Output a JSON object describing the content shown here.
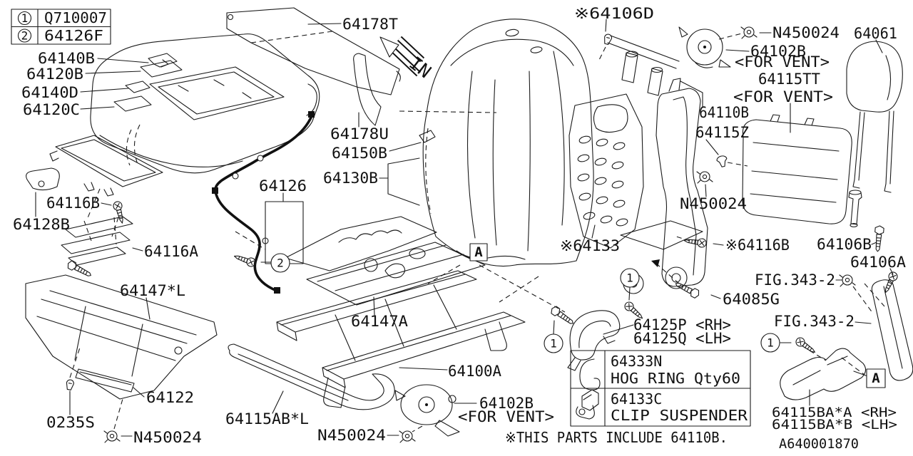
{
  "colors": {
    "background": "#ffffff",
    "line": "#1a1a1a"
  },
  "ref_table": {
    "rows": [
      {
        "num": "1",
        "code": "Q710007"
      },
      {
        "num": "2",
        "code": "64126F"
      }
    ]
  },
  "parts_table": {
    "rows": [
      {
        "code": "64333N",
        "desc": "HOG RING Qty60",
        "icon": "hog-ring-icon"
      },
      {
        "code": "64133C",
        "desc": "CLIP SUSPENDER",
        "icon": "clip-suspender-icon"
      }
    ]
  },
  "symbols": {
    "circled_one": "1",
    "circled_two": "2",
    "boxed_a": "A"
  },
  "direction_label": "IN",
  "footer": {
    "note": "※THIS PARTS INCLUDE 64110B.",
    "drawing_number": "A640001870"
  },
  "callouts": {
    "c64140B": "64140B",
    "c64120B": "64120B",
    "c64140D": "64140D",
    "c64120C": "64120C",
    "c64178T": "64178T",
    "c64178U": "64178U",
    "c64150B": "64150B",
    "c64130B": "64130B",
    "c64126": "64126",
    "c64106D": "※64106D",
    "cN450024_top": "N450024",
    "c64102B_top": "64102B",
    "cForVent_top": "<FOR VENT>",
    "c64061": "64061",
    "c64115TT": "64115TT",
    "cForVent_mid": "<FOR VENT>",
    "c64110B": "64110B",
    "c64115Z": "64115Z",
    "cN450024_right": "N450024",
    "c64133": "※64133",
    "c64116B_right": "※64116B",
    "c64106B": "64106B",
    "c64106A": "64106A",
    "cFig343_top": "FIG.343-2",
    "cFig343_bottom": "FIG.343-2",
    "c64085G": "64085G",
    "c64125P": "64125P <RH>",
    "c64125Q": "64125Q <LH>",
    "c64116B_left": "64116B",
    "c64128B": "64128B",
    "c64116A": "64116A",
    "c64147L": "64147*L",
    "c64122": "64122",
    "c0235S": "0235S",
    "cN450024_bottomleft": "N450024",
    "c64115ABL": "64115AB*L",
    "cN450024_bottomcenter": "N450024",
    "c64147A": "64147A",
    "c64100A": "64100A",
    "c64102B_bottom": "64102B",
    "cForVent_bottom": "<FOR VENT>",
    "c64115BAA": "64115BA*A <RH>",
    "c64115BAB": "64115BA*B <LH>"
  }
}
